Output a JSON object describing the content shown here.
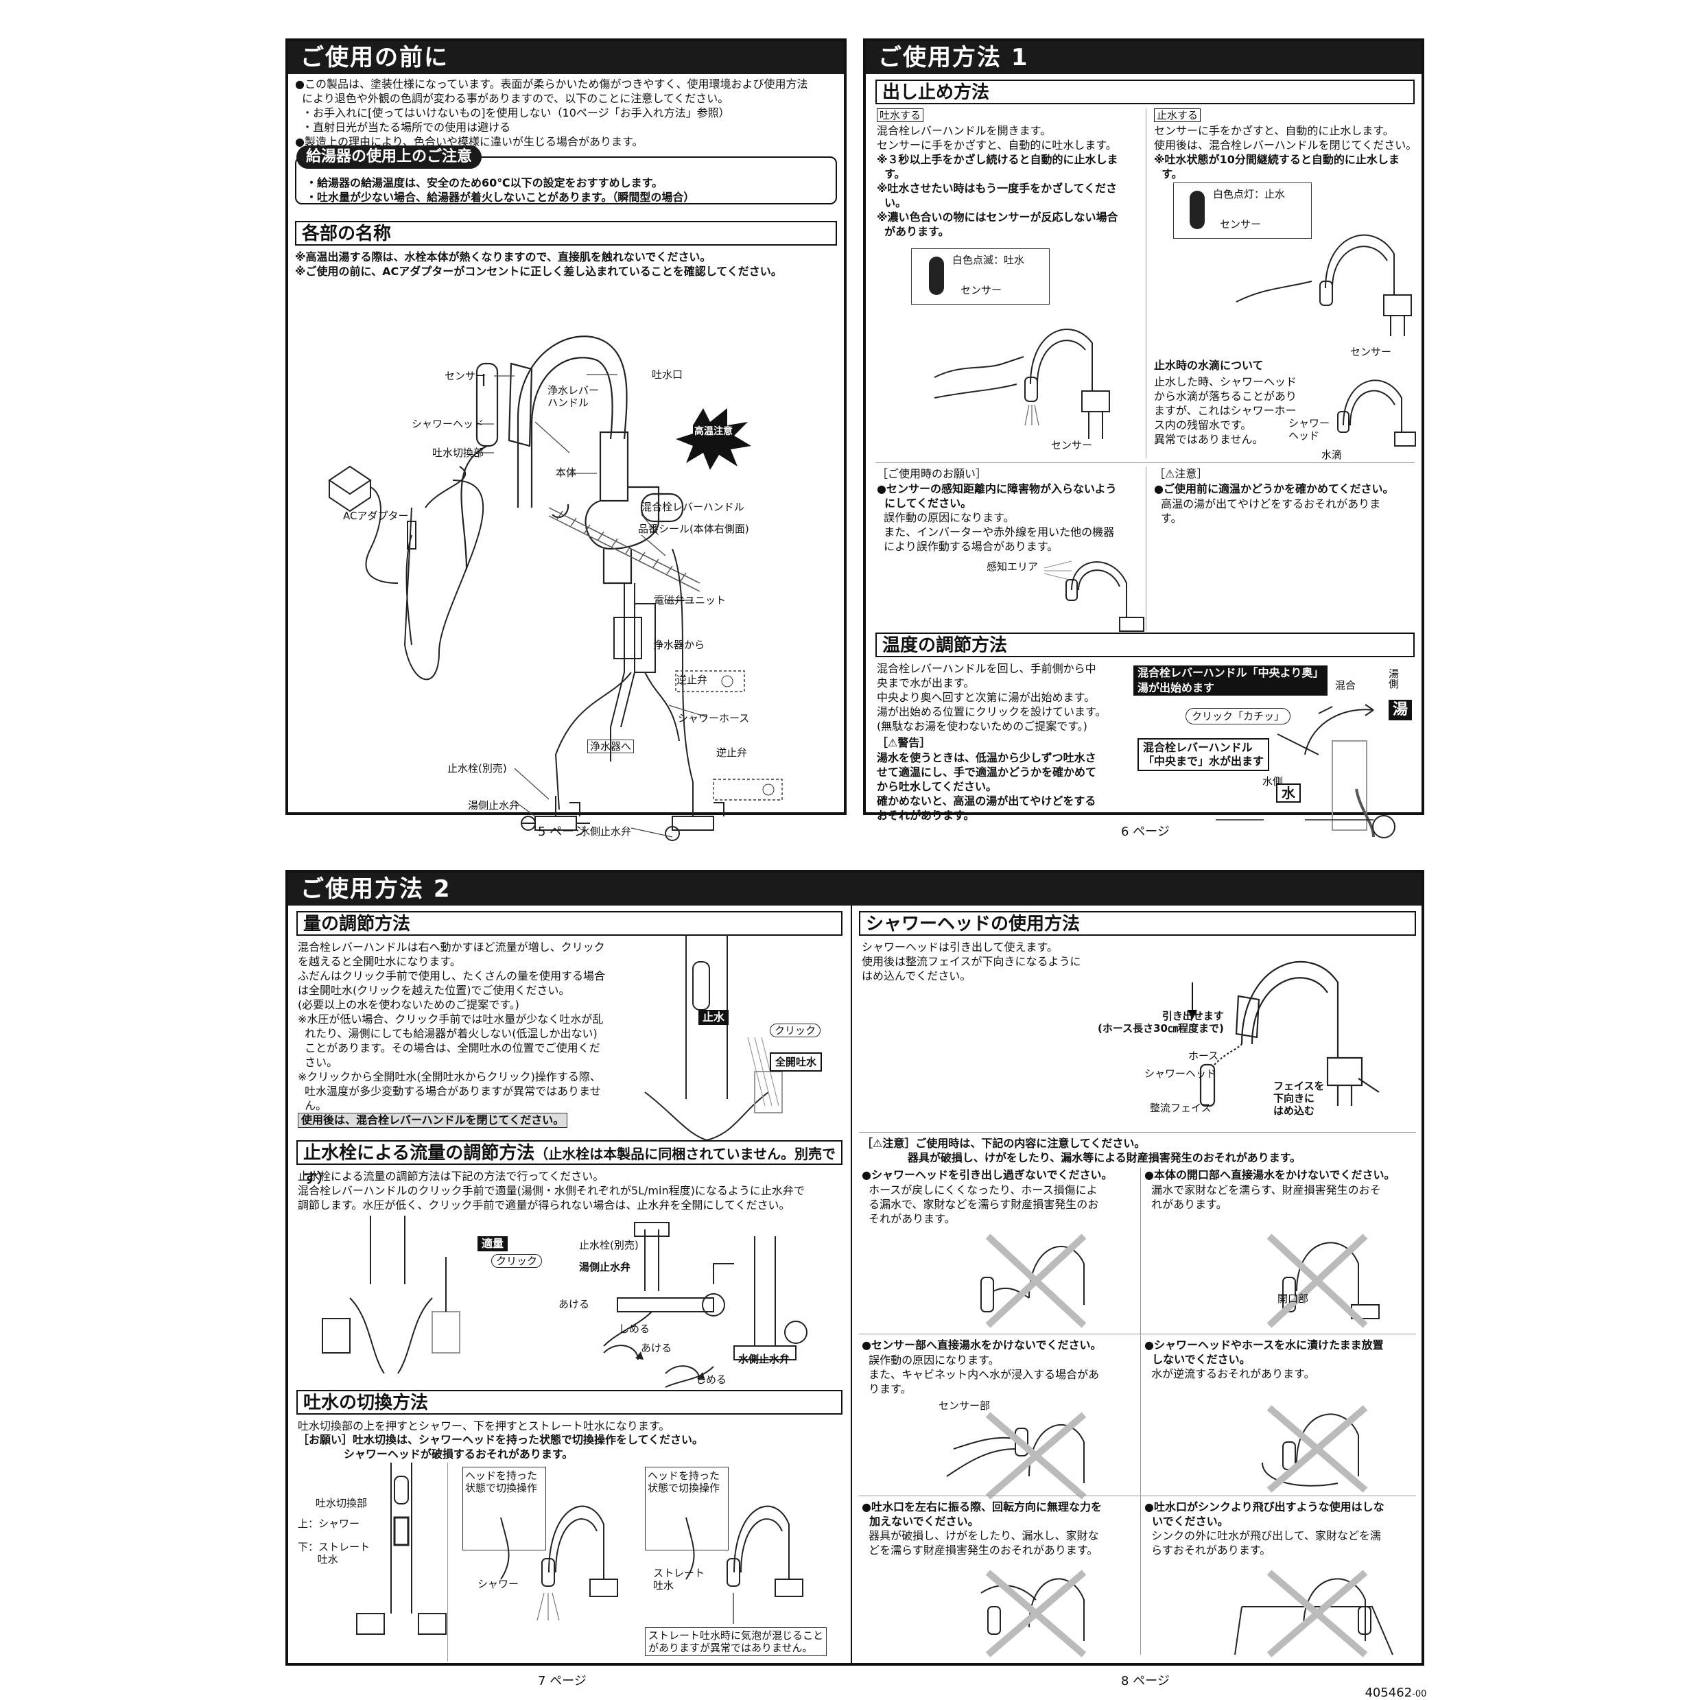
{
  "p5": {
    "title": "ご使用の前に",
    "intro": "●この製品は、塗装仕様になっています。表面が柔らかいため傷がつきやすく、使用環境および使用方法\n  により退色や外観の色調が変わる事がありますので、以下のことに注意してください。\n  ・お手入れに[使ってはいけないもの]を使用しない（10ページ「お手入れ方法」参照）\n  ・直射日光が当たる場所での使用は避ける\n●製造上の理由により、色合いや模様に違いが生じる場合があります。",
    "heater_title": "給湯器の使用上のご注意",
    "heater_text": "・給湯器の給湯温度は、安全のため60℃以下の設定をおすすめします。\n・吐水量が少ない場合、給湯器が着火しないことがあります。（瞬間型の場合）",
    "parts_title": "各部の名称",
    "parts_note": "※高温出湯する際は、水栓本体が熱くなりますので、直接肌を触れないでください。\n※ご使用の前に、ACアダプターがコンセントに正しく差し込まれていることを確認してください。",
    "labels": {
      "sensor": "センサー",
      "spout": "吐水口",
      "purifier_lever": "浄水レバー\nハンドル",
      "shower_head": "シャワーヘッド",
      "hot_caution": "高温注意",
      "switch": "吐水切換部",
      "body": "本体",
      "ac": "ACアダプター",
      "mix_lever": "混合栓レバーハンドル",
      "seal": "品番シール(本体右側面)",
      "valve_unit": "電磁弁ユニット",
      "from_purifier": "浄水器から",
      "check_valve": "逆止弁",
      "shower_hose": "シャワーホース",
      "to_purifier": "浄水器へ",
      "check_valve2": "逆止弁",
      "stop_valve": "止水栓(別売)",
      "hot_stop": "湯側止水弁",
      "cold_stop": "水側止水弁"
    },
    "page": "5 ページ"
  },
  "p6": {
    "title": "ご使用方法 1",
    "sect1": "出し止め方法",
    "on_tag": "吐水する",
    "on_text": "混合栓レバーハンドルを開きます。\nセンサーに手をかざすと、自動的に吐水します。",
    "on_bold": "※３秒以上手をかざし続けると自動的に止水しま\n  す。\n※吐水させたい時はもう一度手をかざしてくださ\n  い。\n※濃い色合いの物にはセンサーが反応しない場合\n  があります。",
    "on_blink": "白色点滅：吐水",
    "on_sensor": "センサー",
    "on_sensor2": "センサー",
    "off_tag": "止水する",
    "off_text": "センサーに手をかざすと、自動的に止水します。\n使用後は、混合栓レバーハンドルを閉じてください。",
    "off_bold": "※吐水状態が10分間継続すると自動的に止水しま\n  す。",
    "off_lit": "白色点灯：止水",
    "off_sensor": "センサー",
    "off_sensor2": "センサー",
    "drip_title": "止水時の水滴について",
    "drip_text": "止水した時、シャワーヘッド\nから水滴が落ちることがあり\nますが、これはシャワーホー\nス内の残留水です。\n異常ではありません。",
    "drip_shower": "シャワー\nヘッド",
    "drip_water": "水滴",
    "req_title": "［ご使用時のお願い］",
    "req_bold": "●センサーの感知距離内に障害物が入らないよう\n  にしてください。",
    "req_text": "  誤作動の原因になります。\n  また、インバーターや赤外線を用いた他の機器\n  により誤作動する場合があります。",
    "req_area": "感知エリア",
    "caution_title": "［⚠注意］",
    "caution_bold": "●ご使用前に適温かどうかを確かめてください。",
    "caution_text": "  高温の湯が出てやけどをするおそれがありま\n  す。",
    "sect2": "温度の調節方法",
    "temp_text": "混合栓レバーハンドルを回し、手前側から中\n央まで水が出ます。\n中央より奥へ回すと次第に湯が出始めます。\n湯が出始める位置にクリックを設けています。\n(無駄なお湯を使わないためのご提案です。)",
    "warn_title": "［⚠警告］",
    "warn_text": "湯水を使うときは、低温から少しずつ吐水さ\nせて適温にし、手で適温かどうかを確かめて\nから吐水してください。\n確かめないと、高温の湯が出てやけどをする\nおそれがあります。",
    "box_hot": "混合栓レバーハンドル「中央より奥」\n湯が出始めます",
    "click": "クリック「カチッ」",
    "box_mid": "混合栓レバーハンドル\n「中央まで」水が出ます",
    "hot_side": "湯側",
    "mix": "混合",
    "hot": "湯",
    "cold_side": "水側",
    "cold": "水",
    "page": "6 ページ"
  },
  "p7": {
    "title": "ご使用方法 2",
    "sect1": "量の調節方法",
    "vol_text": "混合栓レバーハンドルは右へ動かすほど流量が増し、クリック\nを越えると全開吐水になります。\nふだんはクリック手前で使用し、たくさんの量を使用する場合\nは全開吐水(クリックを越えた位置)でご使用ください。\n(必要以上の水を使わないためのご提案です。)\n※水圧が低い場合、クリック手前では吐水量が少なく吐水が乱\n  れたり、湯側にしても給湯器が着火しない(低温しか出ない)\n  ことがあります。その場合は、全開吐水の位置でご使用くだ\n  さい。\n※クリックから全開吐水(全開吐水からクリック)操作する際、\n  吐水温度が多少変動する場合がありますが異常ではありませ\n  ん。",
    "vol_note": "使用後は、混合栓レバーハンドルを閉じてください。",
    "stop": "止水",
    "click": "クリック",
    "full": "全開吐水",
    "sect2": "止水栓による流量の調節方法",
    "sect2_note": "（止水栓は本製品に同梱されていません。別売です）",
    "flow_text": "止水栓による流量の調節方法は下記の方法で行ってください。\n混合栓レバーハンドルのクリック手前で適量(湯側・水側それぞれが5L/min程度)になるように止水弁で\n調節します。水圧が低く、クリック手前で適量が得られない場合は、止水弁を全開にしてください。",
    "proper": "適量",
    "click2": "クリック",
    "stop_valve": "止水栓(別売)",
    "hot_stop": "湯側止水弁",
    "open1": "あける",
    "close1": "しめる",
    "open2": "あける",
    "cold_stop": "水側止水弁",
    "close2": "しめる",
    "sect3": "吐水の切換方法",
    "sw_text": "吐水切換部の上を押すとシャワー、下を押すとストレート吐水になります。",
    "sw_req": "［お願い］吐水切換は、シャワーヘッドを持った状態で切換操作をしてください。\n            シャワーヘッドが破損するおそれがあります。",
    "sw_part": "吐水切換部",
    "sw_up": "上：シャワー",
    "sw_down": "下：ストレート\n      吐水",
    "hold1": "ヘッドを持った\n状態で切換操作",
    "shower": "シャワー",
    "hold2": "ヘッドを持った\n状態で切換操作",
    "straight": "ストレート\n吐水",
    "bubble": "ストレート吐水時に気泡が混じること\nがありますが異常ではありません。",
    "page": "7 ページ"
  },
  "p8": {
    "sect": "シャワーヘッドの使用方法",
    "text": "シャワーヘッドは引き出して使えます。\n使用後は整流フェイスが下向きになるように\nはめ込んでください。",
    "pull": "引き出せます\n(ホース長さ30㎝程度まで)",
    "hose": "ホース",
    "head": "シャワーヘッド",
    "face": "整流フェイス",
    "down": "フェイスを\n下向きに\nはめ込む",
    "caution": "［⚠注意］ご使用時は、下記の内容に注意してください。\n            器具が破損し、けがをしたり、漏水等による財産損害発生のおそれがあります。",
    "c1_b": "●シャワーヘッドを引き出し過ぎないでください。",
    "c1_t": "  ホースが戻しにくくなったり、ホース損傷によ\n  る漏水で、家財などを濡らす財産損害発生のお\n  それがあります。",
    "c2_b": "●本体の開口部へ直接湯水をかけないでください。",
    "c2_t": "  漏水で家財などを濡らす、財産損害発生のおそ\n  れがあります。",
    "c2_lbl": "開口部",
    "c3_b": "●センサー部へ直接湯水をかけないでください。",
    "c3_t": "  誤作動の原因になります。\n  また、キャビネット内へ水が浸入する場合があ\n  ります。",
    "c3_lbl": "センサー部",
    "c4_b": "●シャワーヘッドやホースを水に漬けたまま放置\n  しないでください。",
    "c4_t": "  水が逆流するおそれがあります。",
    "c5_b": "●吐水口を左右に振る際、回転方向に無理な力を\n  加えないでください。",
    "c5_t": "  器具が破損し、けがをしたり、漏水し、家財な\n  どを濡らす財産損害発生のおそれがあります。",
    "c6_b": "●吐水口がシンクより飛び出すような使用はしな\n  いでください。",
    "c6_t": "  シンクの外に吐水が飛び出して、家財などを濡\n  らすおそれがあります。",
    "page": "8 ページ",
    "code": "405462",
    "code_suffix": "-00"
  }
}
